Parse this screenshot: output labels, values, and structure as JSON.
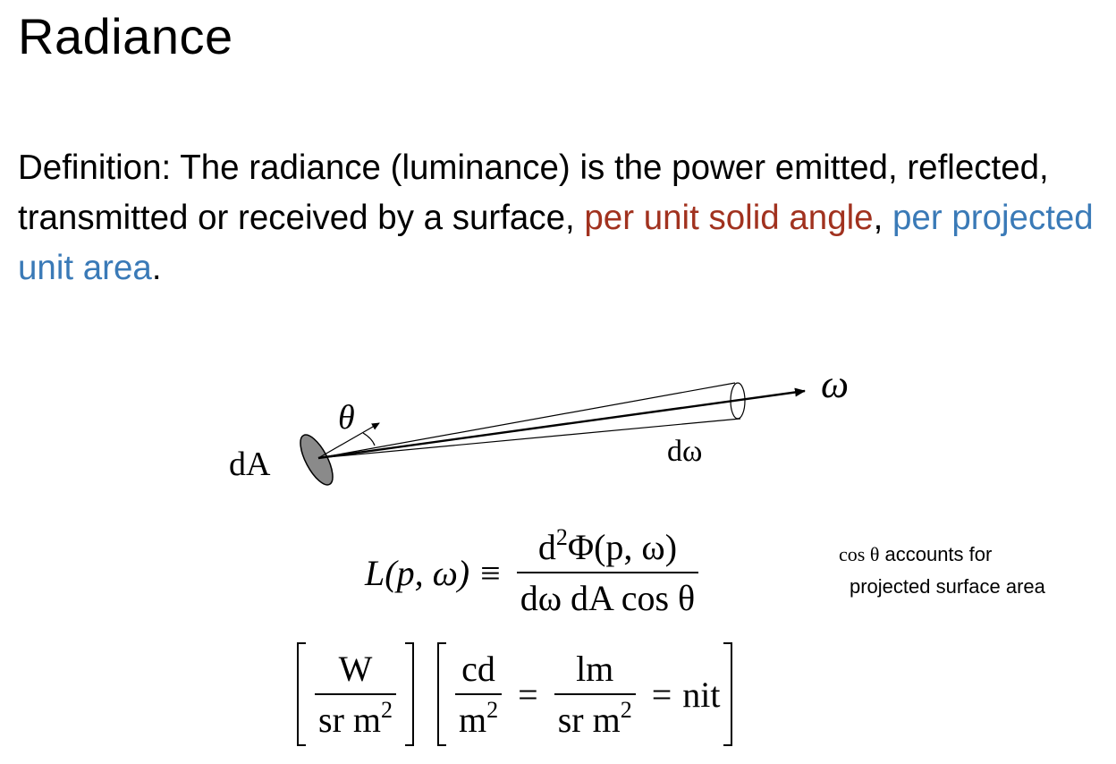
{
  "title": "Radiance",
  "definition": {
    "text_before": "Definition: The radiance (luminance) is the power emitted, reflected, transmitted or received by a surface, ",
    "red_phrase": "per unit solid angle",
    "separator": ", ",
    "blue_phrase": "per projected unit area",
    "end": "."
  },
  "diagram": {
    "omega_label": "ω",
    "theta_label": "θ",
    "dA_label": "dA",
    "domega_label": "dω"
  },
  "formula": {
    "lhs": "L(p, ω)",
    "equiv": "≡",
    "numerator_d": "d",
    "numerator_exp": "2",
    "numerator_rest": "Φ(p, ω)",
    "denominator": "dω dA cos θ"
  },
  "note": {
    "cos_theta": "cos θ",
    "line1_rest": " accounts for",
    "line2": "projected surface area"
  },
  "units": {
    "w_num": "W",
    "w_den": "sr m",
    "w_den_exp": "2",
    "cd_num": "cd",
    "cd_den": "m",
    "cd_den_exp": "2",
    "eq": "=",
    "lm_num": "lm",
    "lm_den": "sr m",
    "lm_den_exp": "2",
    "nit": "nit"
  }
}
